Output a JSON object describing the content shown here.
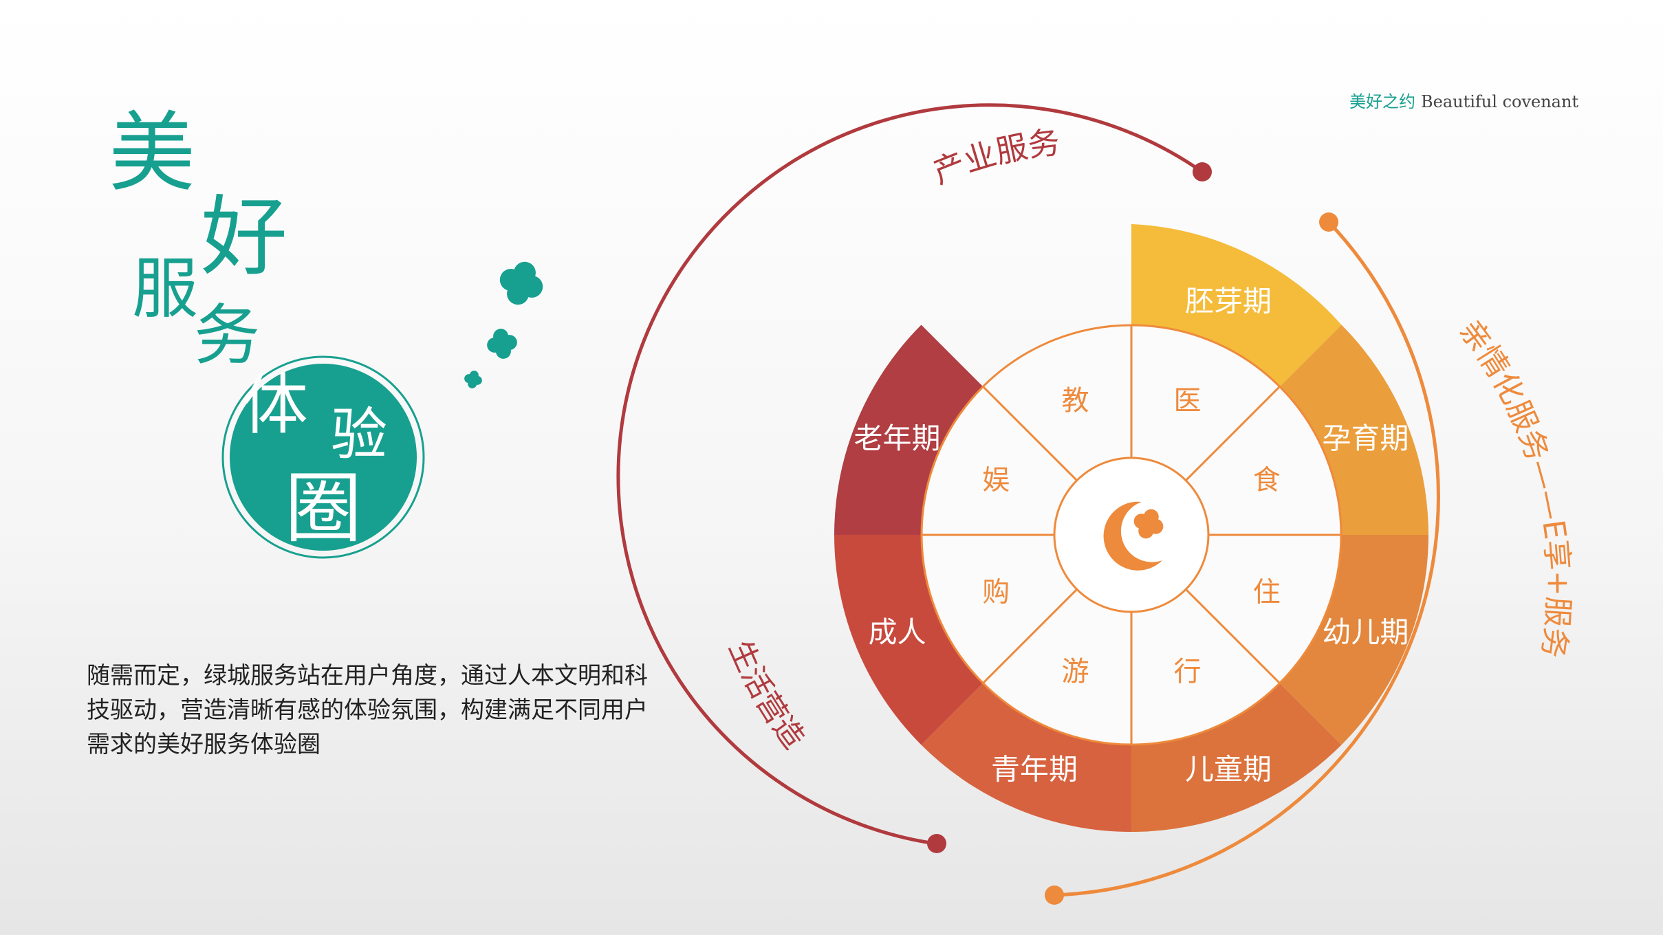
{
  "brand": {
    "cn": "美好之约",
    "en": "Beautiful covenant"
  },
  "title": {
    "c1": "美",
    "c2": "好",
    "c3": "服",
    "c4": "务",
    "c5": "体",
    "c6": "验",
    "c7": "圈"
  },
  "description": "随需而定，绿城服务站在用户角度，通过人本文明和科技驱动，营造清晰有感的体验氛围，构建满足不同用户需求的美好服务体验圈",
  "arcs": {
    "industry": "产业服务",
    "family": "亲情化服务——E享+服务",
    "lifestyle": "生活营造"
  },
  "stages": [
    "胚芽期",
    "孕育期",
    "幼儿期",
    "儿童期",
    "青年期",
    "成人",
    "老年期"
  ],
  "needs": [
    "医",
    "食",
    "住",
    "行",
    "游",
    "购",
    "娱",
    "教"
  ],
  "colors": {
    "teal": "#17a08f",
    "arc_red": "#b03a3e",
    "arc_orange": "#ee8a3c",
    "stage_colors": [
      "#f4bc3a",
      "#eb9e3c",
      "#e2873d",
      "#dc733d",
      "#d7623f",
      "#c84a3d",
      "#b03e42"
    ]
  },
  "icons": {
    "center": "moon-clover-icon",
    "deco": "clover-icon"
  }
}
